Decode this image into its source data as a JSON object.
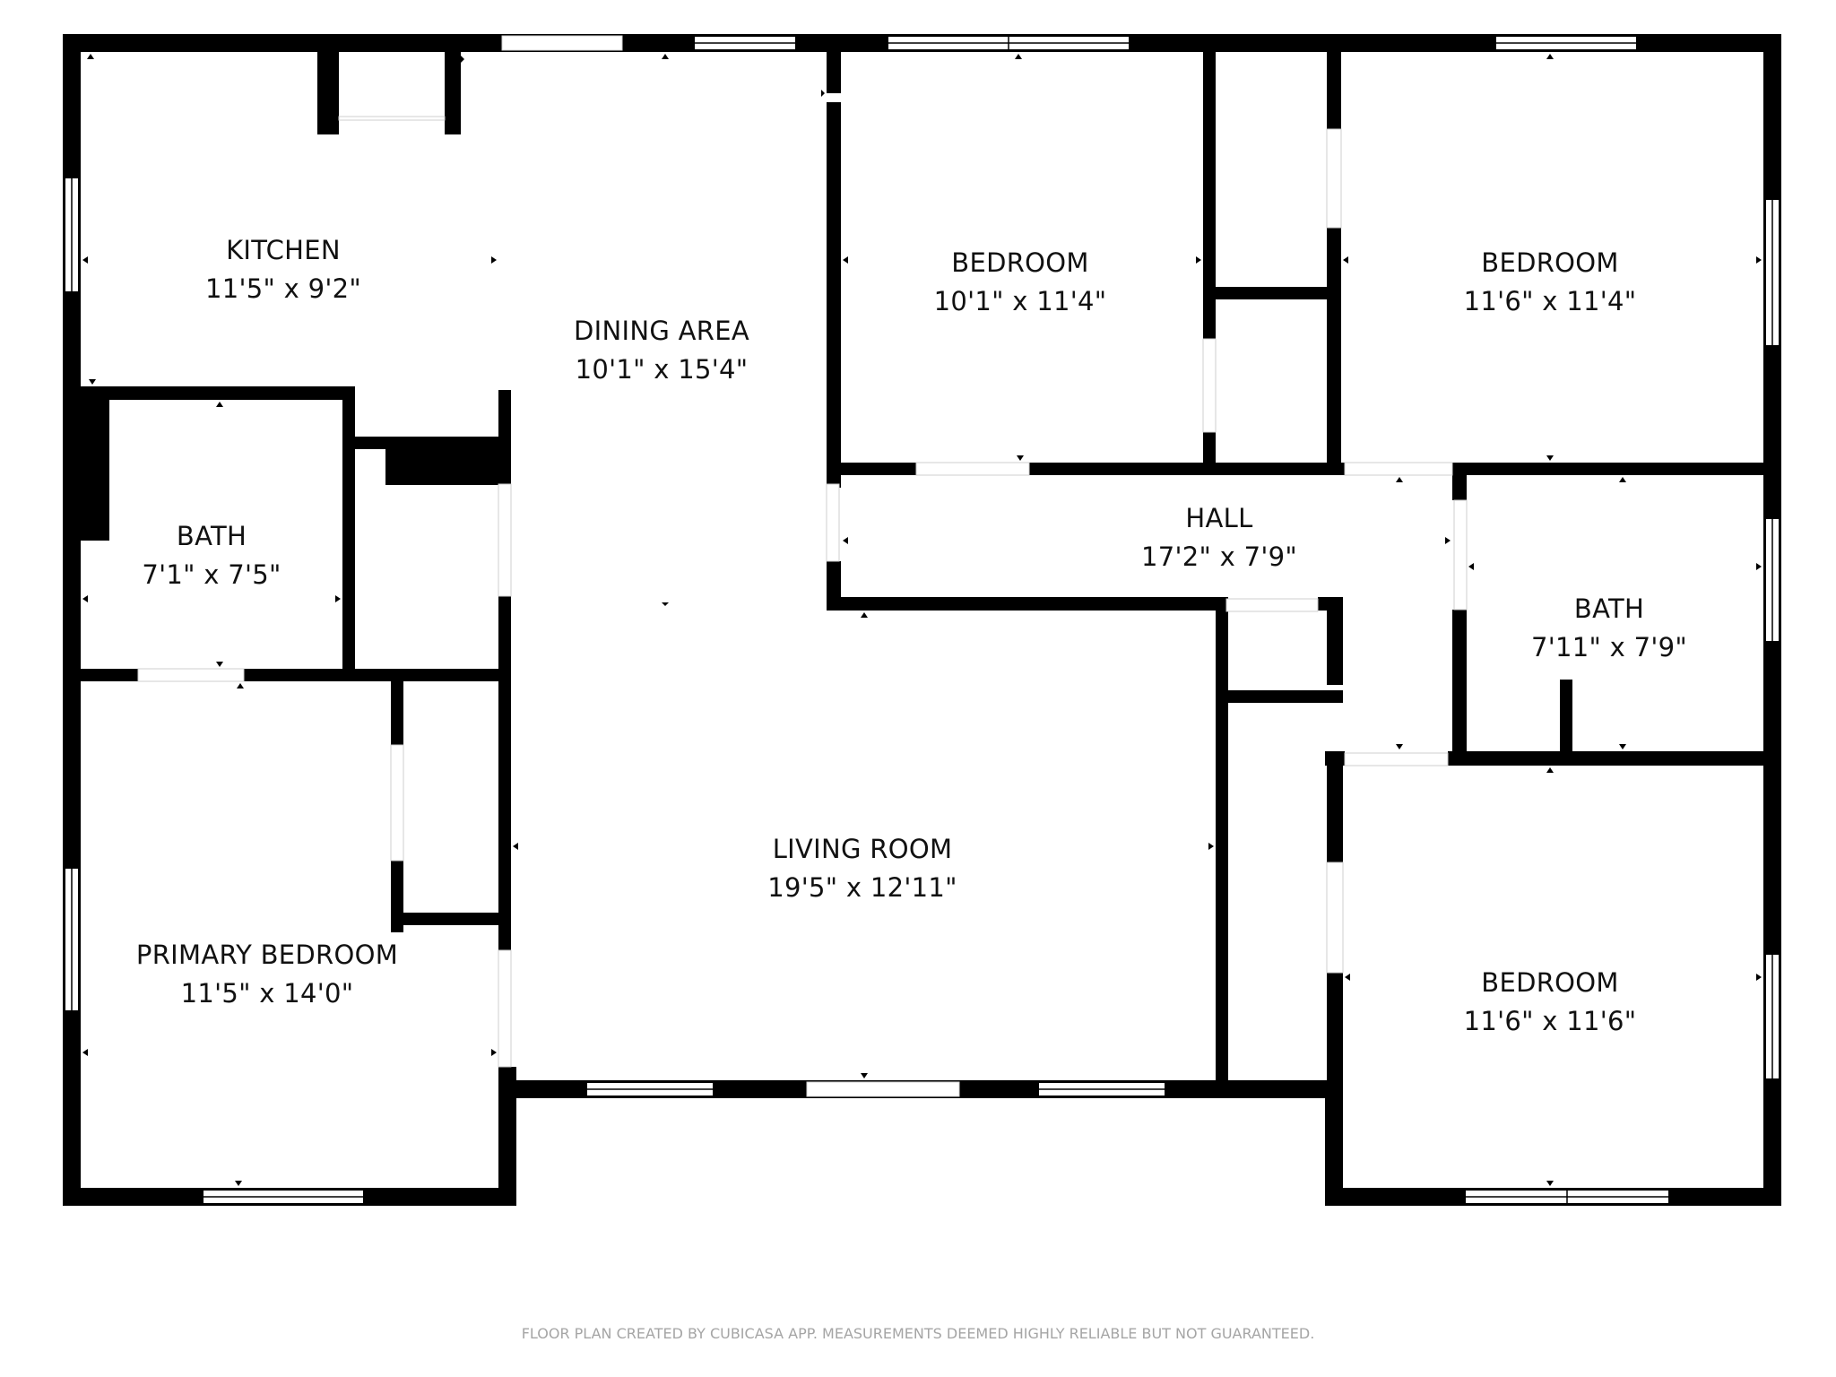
{
  "rooms": {
    "kitchen": {
      "name": "KITCHEN",
      "dim": "11'5\" x 9'2\""
    },
    "dining": {
      "name": "DINING AREA",
      "dim": "10'1\" x 15'4\""
    },
    "bedroom_1": {
      "name": "BEDROOM",
      "dim": "10'1\" x 11'4\""
    },
    "bedroom_2": {
      "name": "BEDROOM",
      "dim": "11'6\" x 11'4\""
    },
    "bath_1": {
      "name": "BATH",
      "dim": "7'1\" x 7'5\""
    },
    "hall": {
      "name": "HALL",
      "dim": "17'2\" x 7'9\""
    },
    "bath_2": {
      "name": "BATH",
      "dim": "7'11\" x 7'9\""
    },
    "living": {
      "name": "LIVING ROOM",
      "dim": "19'5\" x 12'11\""
    },
    "primary": {
      "name": "PRIMARY BEDROOM",
      "dim": "11'5\" x 14'0\""
    },
    "bedroom_3": {
      "name": "BEDROOM",
      "dim": "11'6\" x 11'6\""
    }
  },
  "footer": "FLOOR PLAN CREATED BY CUBICASA APP. MEASUREMENTS DEEMED HIGHLY RELIABLE BUT NOT GUARANTEED."
}
